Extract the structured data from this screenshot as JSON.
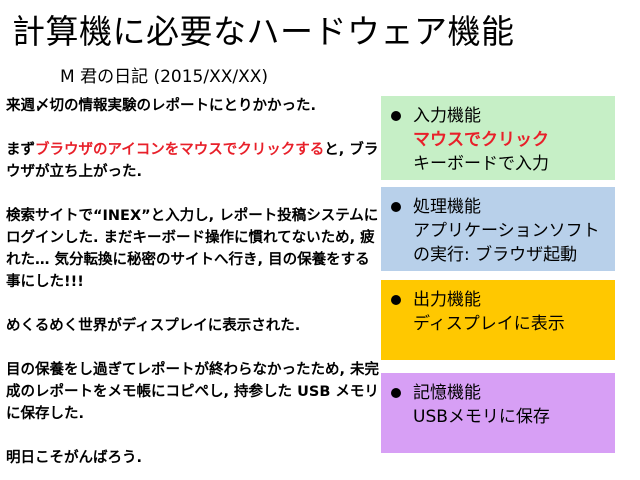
{
  "header": {
    "title": "計算機に必要なハードウェア機能",
    "subtitle": "M 君の日記 (2015/XX/XX)"
  },
  "diary": {
    "p1": "来週〆切の情報実験のレポートにとりかかった.",
    "p2_before": "まず",
    "p2_highlight": "ブラウザのアイコンをマウスでクリックする",
    "p2_after": "と, ブラウザが立ち上がった.",
    "p3": "検索サイトで“INEX”と入力し, レポート投稿システムにログインした. まだキーボード操作に慣れてないため, 疲れた… 気分転換に秘密のサイトへ行き, 目の保養をする事にした!!!",
    "p4": "めくるめく世界がディスプレイに表示された.",
    "p5": "目の保養をし過ぎてレポートが終わらなかったため, 未完成のレポートをメモ帳にコピペし, 持参した USB メモリに保存した.",
    "p6": "明日こそがんばろう."
  },
  "colors": {
    "highlight": "#e8202a",
    "input_box": "#c6efc6",
    "process_box": "#b8d0ea",
    "output_box": "#ffc800",
    "storage_box": "#d79ff5"
  },
  "boxes": {
    "input": {
      "heading": "入力機能",
      "line1": "マウスでクリック",
      "line2": "キーボードで入力"
    },
    "process": {
      "heading": "処理機能",
      "line1": "アプリケーションソフト",
      "line2": "の実行: ブラウザ起動"
    },
    "output": {
      "heading": "出力機能",
      "line1": "ディスプレイに表示"
    },
    "storage": {
      "heading": "記憶機能",
      "line1": "USBメモリに保存"
    }
  }
}
